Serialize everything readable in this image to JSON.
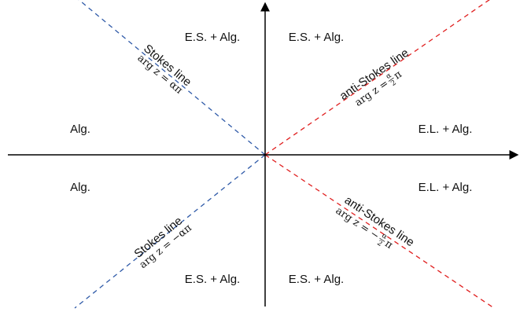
{
  "colors": {
    "axis": "#000000",
    "stokes": "#2f5aa8",
    "anti_stokes": "#e02020",
    "text": "#111111"
  },
  "regions": {
    "upper_left_near_axis": "E.S. + Alg.",
    "upper_right_near_axis": "E.S. + Alg.",
    "left_above_axis": "Alg.",
    "right_above_axis": "E.L. + Alg.",
    "left_below_axis": "Alg.",
    "right_below_axis": "E.L. + Alg.",
    "lower_left_near_axis": "E.S. + Alg.",
    "lower_right_near_axis": "E.S. + Alg."
  },
  "lines": {
    "stokes_upper": {
      "name": "Stokes line",
      "formula": "arg z = απ"
    },
    "anti_stokes_upper": {
      "name": "anti-Stokes line",
      "formula_prefix": "arg z = ",
      "frac_num": "α",
      "frac_den": "2",
      "formula_suffix": "π"
    },
    "stokes_lower": {
      "name": "Stokes line",
      "formula": "arg z = −απ"
    },
    "anti_stokes_lower": {
      "name": "anti-Stokes line",
      "formula_prefix": "arg z = −",
      "frac_num": "α",
      "frac_den": "2",
      "formula_suffix": "π"
    }
  }
}
